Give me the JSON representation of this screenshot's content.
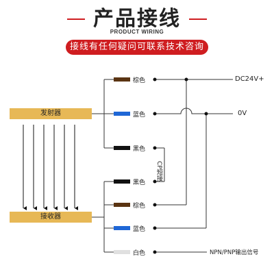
{
  "header": {
    "title": "产品接线",
    "subtitle": "PRODUCT WIRING",
    "banner": "接线有任何疑问可联系技术咨询"
  },
  "emitter": {
    "label": "发射器"
  },
  "receiver": {
    "label": "接收器"
  },
  "wires": [
    {
      "label": "棕色",
      "color": "#5a3412"
    },
    {
      "label": "蓝色",
      "color": "#1f67d6"
    },
    {
      "label": "黑色",
      "color": "#111111"
    },
    {
      "label": "黑色",
      "color": "#111111"
    },
    {
      "label": "棕色",
      "color": "#5a3412"
    },
    {
      "label": "蓝色",
      "color": "#1f67d6"
    },
    {
      "label": "白色",
      "color": "#e0e0e0"
    }
  ],
  "terminals": {
    "dc": "DC24V+",
    "zero": "0V",
    "signal": "NPN/PNP输出信号"
  },
  "cp_label": "CP短接",
  "colors": {
    "accent": "#cf1d20",
    "box": "#e7b856"
  }
}
